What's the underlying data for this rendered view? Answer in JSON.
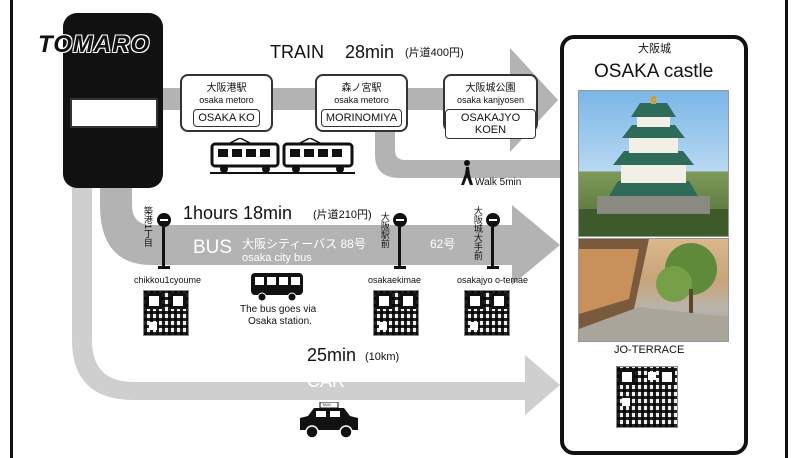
{
  "hotel": {
    "name": "TOMARO"
  },
  "train": {
    "mode": "TRAIN",
    "time": "28min",
    "fare": "(片道400円)",
    "walk": "Walk 5min",
    "stations": [
      {
        "jp": "大阪港駅",
        "line": "osaka metoro",
        "name": "OSAKA KO"
      },
      {
        "jp": "森ノ宮駅",
        "line": "osaka metoro",
        "name": "MORINOMIYA"
      },
      {
        "jp": "大阪城公園",
        "line": "osaka kanjyosen",
        "name": "OSAKAJYO KOEN"
      }
    ]
  },
  "bus": {
    "mode": "BUS",
    "time": "1hours 18min",
    "fare": "(片道210円)",
    "operator_jp": "大阪シティーバス 88号",
    "operator_en": "osaka city bus",
    "route2": "62号",
    "note_line1": "The bus goes via",
    "note_line2": "Osaka station.",
    "stops": [
      {
        "jp": "築港1丁目",
        "name": "chikkou1cyoume"
      },
      {
        "jp": "大阪駅前",
        "name": "osakaekimae"
      },
      {
        "jp": "大阪城大手前",
        "name": "osakajyo o-temae"
      }
    ]
  },
  "car": {
    "mode": "CAR",
    "time": "25min",
    "distance": "(10km)",
    "taxi_sign": "TAXI"
  },
  "destination": {
    "jp": "大阪城",
    "name": "OSAKA castle",
    "spot": "JO-TERRACE"
  },
  "icons": [
    "hotel-building-icon",
    "train-icon",
    "walking-person-icon",
    "bus-stop-icon",
    "bus-icon",
    "taxi-icon",
    "qr-code-icon",
    "castle-photo",
    "terrace-photo"
  ],
  "colors": {
    "route_gray": "#b3b3b3",
    "route_car": "#cccccc",
    "ink": "#111111"
  }
}
